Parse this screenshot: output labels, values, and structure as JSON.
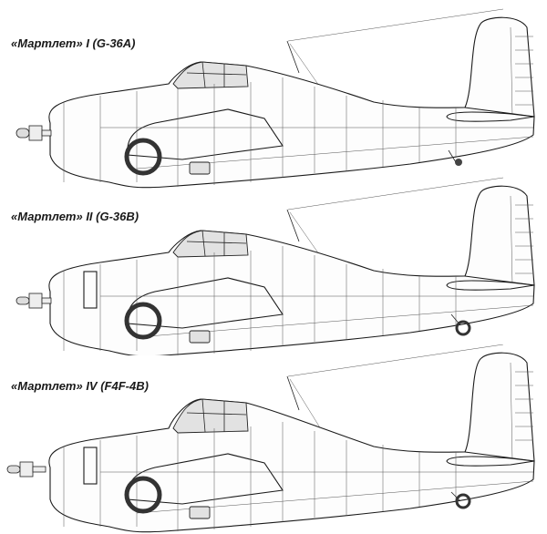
{
  "figure": {
    "variants": [
      {
        "label": "«Мартлет» I (G-36A)",
        "spinner": "none",
        "cowl_intake": false,
        "tailwheel": "small"
      },
      {
        "label": "«Мартлет» II (G-36B)",
        "spinner": "none",
        "cowl_intake": true,
        "tailwheel": "large"
      },
      {
        "label": "«Мартлет» IV (F4F-4B)",
        "spinner": "none",
        "cowl_intake": true,
        "tailwheel": "large"
      }
    ]
  },
  "colors": {
    "line": "#1a1a1a",
    "panel_line": "#555555",
    "glazing": "#e2e2e2",
    "tyre": "#333333",
    "background": "#ffffff"
  }
}
